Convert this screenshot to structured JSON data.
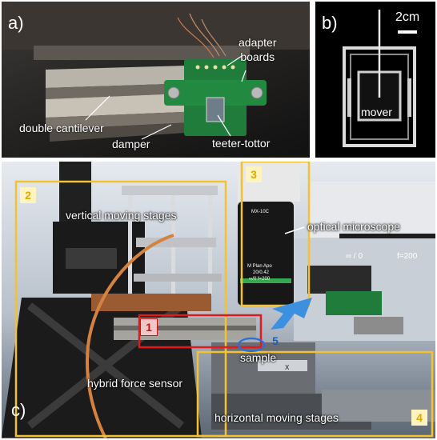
{
  "panel_a": {
    "letter": "a)",
    "labels": {
      "adapter_boards": "adapter\nboards",
      "double_cantilever": "double cantilever",
      "damper": "damper",
      "teeter_tottor": "teeter-tottor"
    }
  },
  "panel_b": {
    "letter": "b)",
    "scale": "2cm",
    "mover": "mover"
  },
  "panel_c": {
    "letter": "c)",
    "labels": {
      "vertical_moving_stages": "vertical moving stages",
      "optical_microscope": "optical microscope",
      "hybrid_force_sensor": "hybrid force sensor",
      "sample": "sample",
      "horizontal_moving_stages": "horizontal moving stages"
    },
    "markers": [
      "1",
      "2",
      "3",
      "4",
      "5"
    ],
    "lens_text": {
      "objective_top": "MX-10C",
      "objective_name": "M Plan Apo",
      "objective_na": "20/0.42",
      "objective_inf": "∞/0 f=200",
      "inset_inf": "∞ / 0",
      "inset_f": "f=200",
      "stage_axis": "X"
    }
  },
  "colors": {
    "yellow_box": "#f2c230",
    "red_box": "#e01b1b",
    "blue_marker": "#2a6fd6",
    "arrow_blue": "#3d8fe0"
  }
}
